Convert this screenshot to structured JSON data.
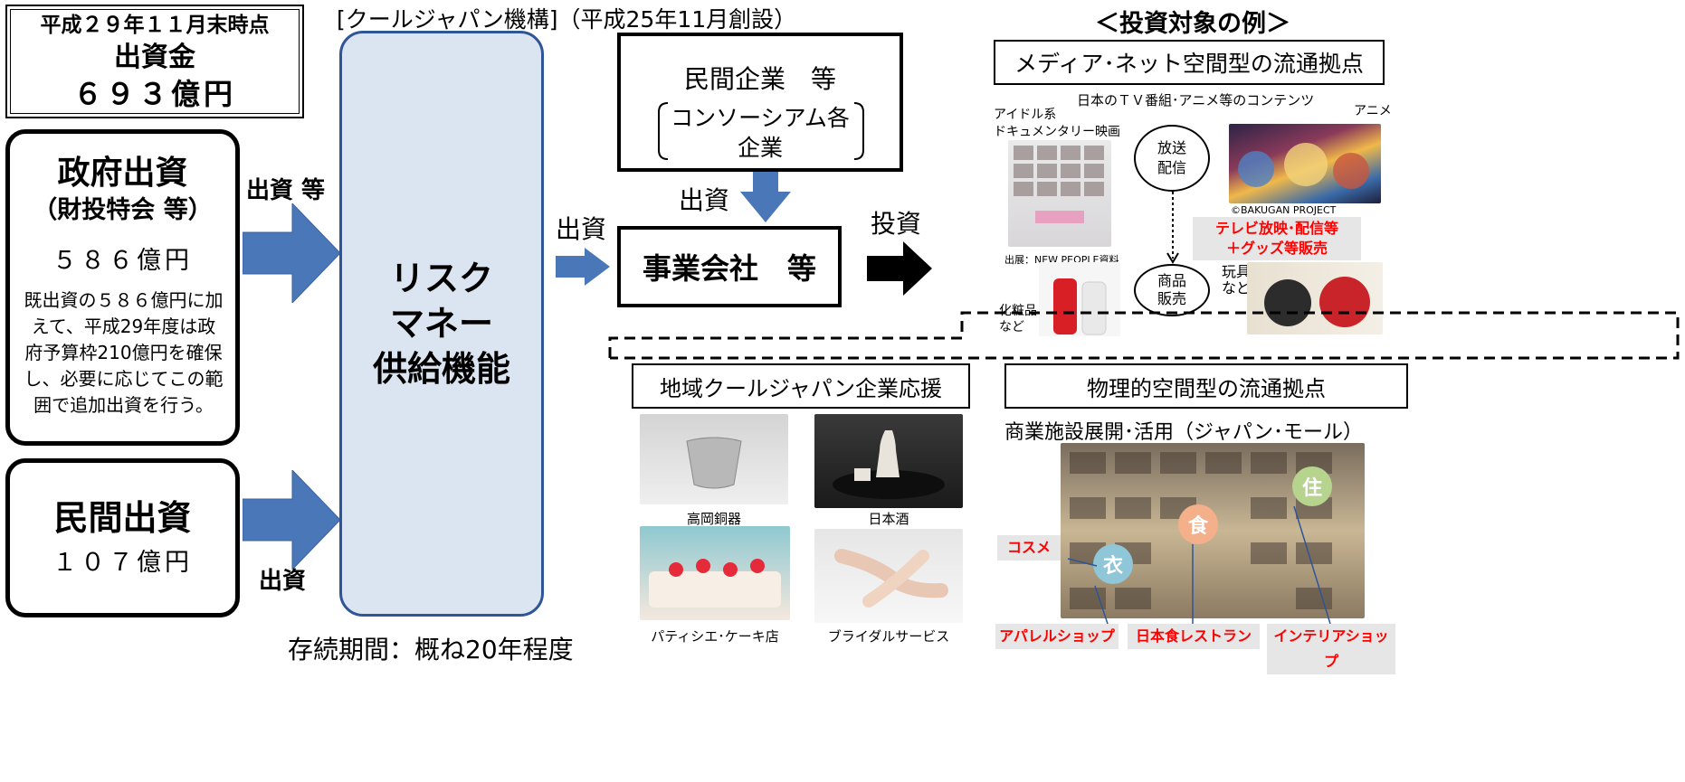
{
  "summary": {
    "date": "平成２９年１１月末時点",
    "label": "出資金",
    "amount": "６９３億円"
  },
  "govt": {
    "title": "政府出資",
    "subtitle": "（財投特会 等）",
    "amount": "５８６億円",
    "note": "既出資の５８６億円に加えて、平成29年度は政府予算枠210億円を確保し、必要に応じてこの範囲で追加出資を行う。"
  },
  "private": {
    "title": "民間出資",
    "amount": "１０７億円"
  },
  "arrows": {
    "invest_etc": "出資 等",
    "invest": "出資",
    "invest2": "出資",
    "invest3": "出資",
    "investment": "投資"
  },
  "cjf": {
    "header": "[クールジャパン機構]（平成25年11月創設）",
    "core": "リスク\nマネー\n供給機能",
    "duration": "存続期間：概ね20年程度"
  },
  "partners": {
    "title": "民間企業　等",
    "sub": "コンソーシアム各\n企業"
  },
  "operating": {
    "label": "事業会社　等"
  },
  "examples": {
    "title": "＜投資対象の例＞",
    "media_title": "メディア･ネット空間型の流通拠点",
    "media_sub": "日本のＴＶ番組･アニメ等のコンテンツ",
    "idol": "アイドル系\nドキュメンタリー映画",
    "anime": "アニメ",
    "credit_bakugan": "©BAKUGAN PROJECT",
    "source": "出展：NEW PEOPLE資料",
    "broadcast": "放送\n配信",
    "sale": "商品\n販売",
    "red_tv": "テレビ放映･配信等\n＋グッズ等販売",
    "toys": "玩具\nなど",
    "cosmetics": "化粧品\nなど"
  },
  "regional": {
    "title": "地域クールジャパン企業応援",
    "items": [
      "高岡銅器",
      "日本酒",
      "パティシエ･ケーキ店",
      "ブライダルサービス"
    ]
  },
  "physical": {
    "title": "物理的空間型の流通拠点",
    "sub": "商業施設展開･活用（ジャパン･モール）",
    "cosme": "コスメ",
    "i_clothes": "衣",
    "i_food": "食",
    "i_home": "住",
    "shops": [
      "アパレルショップ",
      "日本食レストラン",
      "インテリアショップ"
    ]
  },
  "colors": {
    "arrow_blue": "#4a77b8",
    "cjf_fill": "#dbe4f1",
    "cjf_border": "#2e5597",
    "red": "#ff0000",
    "label_gray": "#e6e6e6"
  }
}
